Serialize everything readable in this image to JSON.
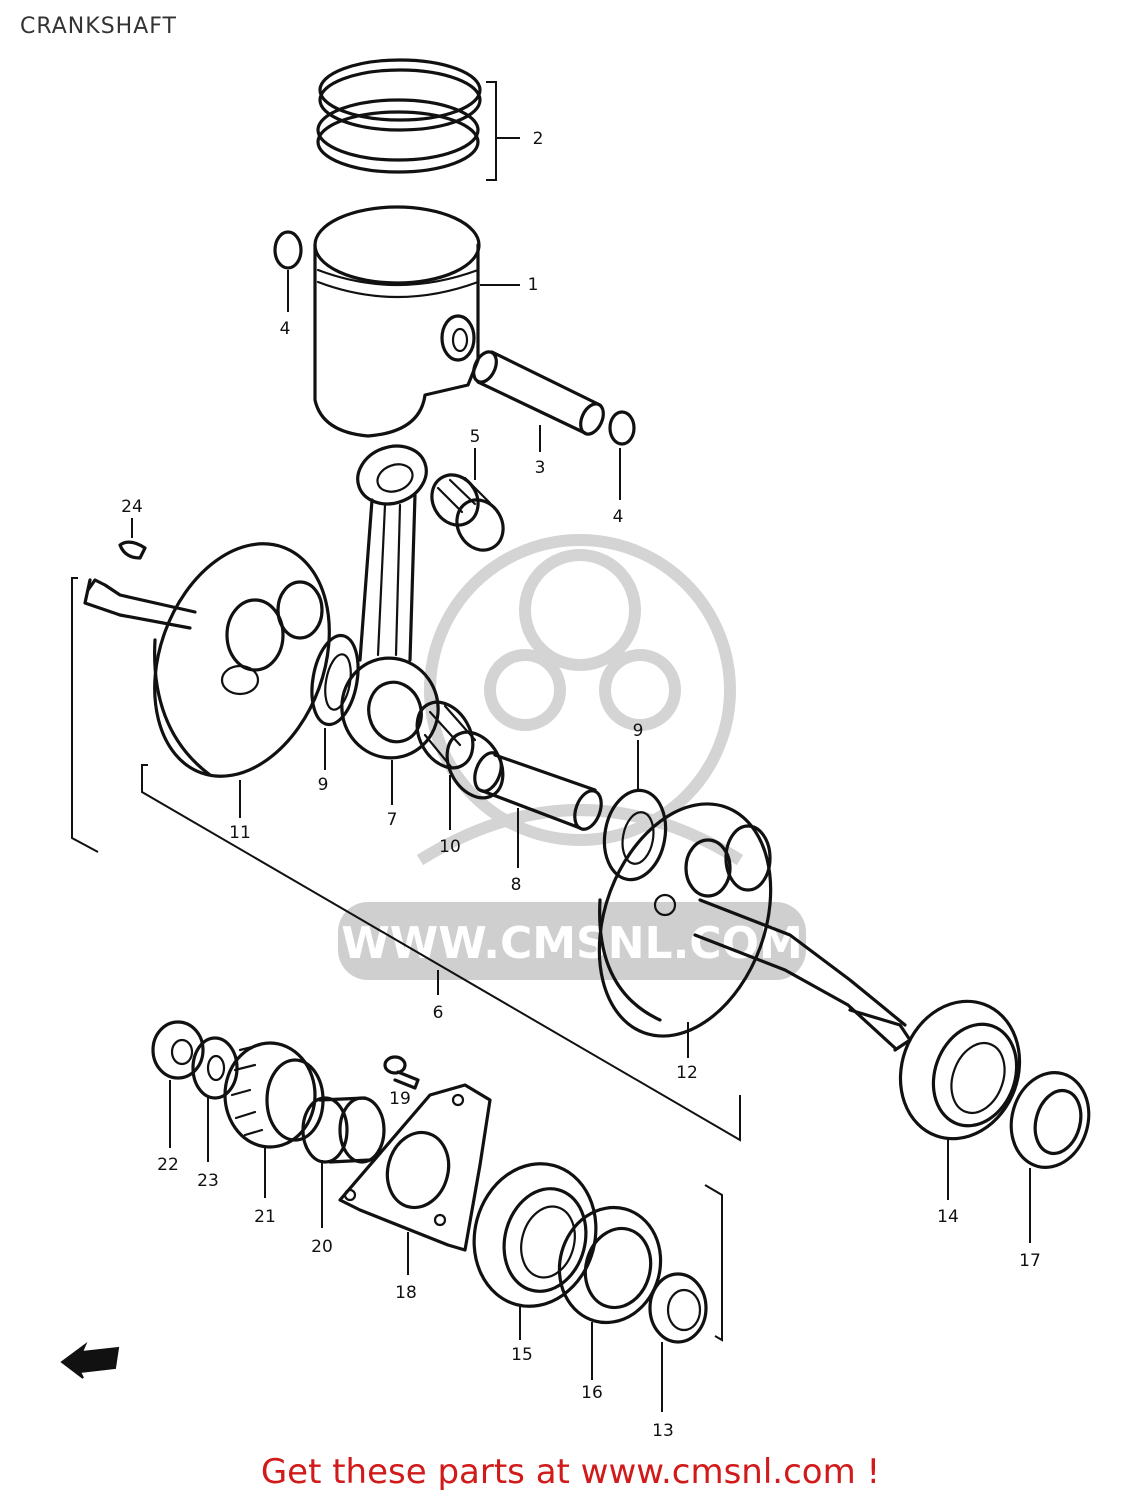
{
  "page": {
    "title": "CRANKSHAFT",
    "watermark_text": "WWW.CMSNL.COM",
    "footer_text": "Get these parts at www.cmsnl.com !"
  },
  "callouts": [
    {
      "id": "c1",
      "label": "1"
    },
    {
      "id": "c2",
      "label": "2"
    },
    {
      "id": "c3",
      "label": "3"
    },
    {
      "id": "c4a",
      "label": "4"
    },
    {
      "id": "c4b",
      "label": "4"
    },
    {
      "id": "c5",
      "label": "5"
    },
    {
      "id": "c6",
      "label": "6"
    },
    {
      "id": "c7",
      "label": "7"
    },
    {
      "id": "c8",
      "label": "8"
    },
    {
      "id": "c9a",
      "label": "9"
    },
    {
      "id": "c9b",
      "label": "9"
    },
    {
      "id": "c10",
      "label": "10"
    },
    {
      "id": "c11",
      "label": "11"
    },
    {
      "id": "c12",
      "label": "12"
    },
    {
      "id": "c13",
      "label": "13"
    },
    {
      "id": "c14",
      "label": "14"
    },
    {
      "id": "c15",
      "label": "15"
    },
    {
      "id": "c16",
      "label": "16"
    },
    {
      "id": "c17",
      "label": "17"
    },
    {
      "id": "c18",
      "label": "18"
    },
    {
      "id": "c19",
      "label": "19"
    },
    {
      "id": "c20",
      "label": "20"
    },
    {
      "id": "c21",
      "label": "21"
    },
    {
      "id": "c22",
      "label": "22"
    },
    {
      "id": "c23",
      "label": "23"
    },
    {
      "id": "c24",
      "label": "24"
    }
  ]
}
